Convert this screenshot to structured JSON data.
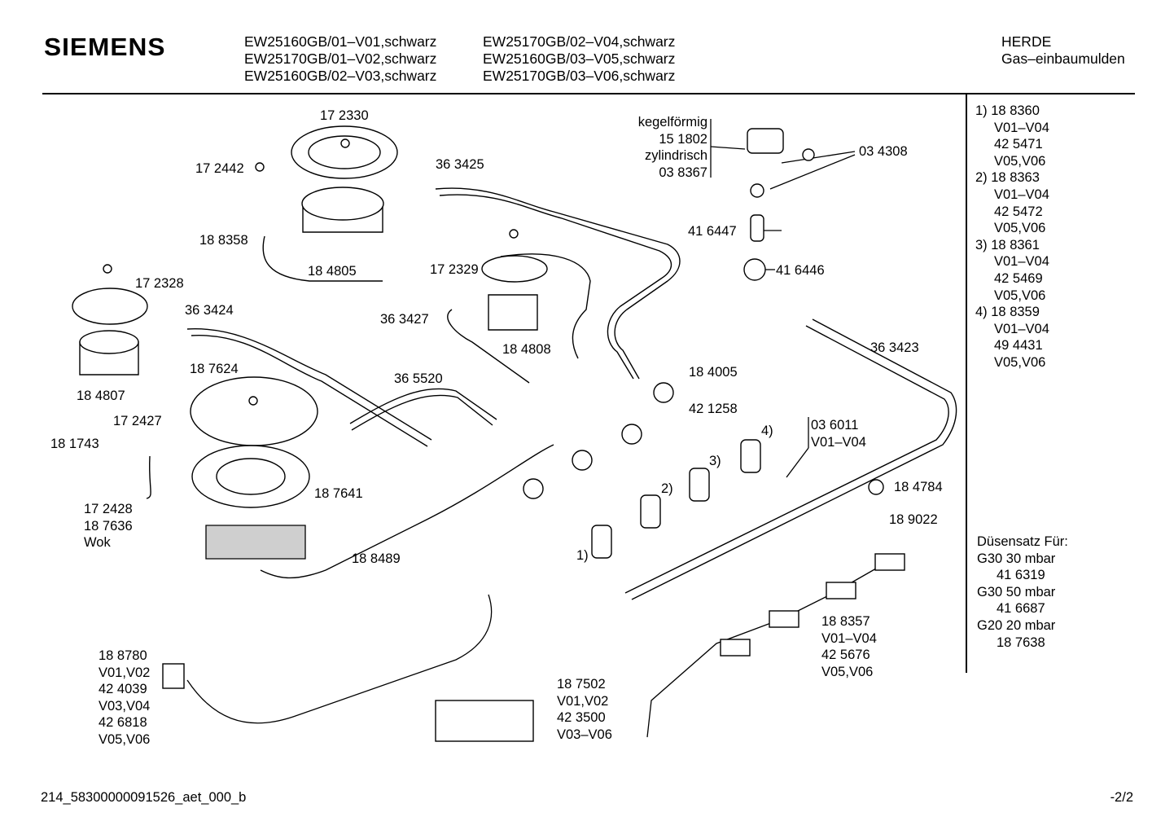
{
  "header": {
    "brand": "SIEMENS",
    "models_col1": [
      "EW25160GB/01–V01,schwarz",
      "EW25170GB/01–V02,schwarz",
      "EW25160GB/02–V03,schwarz"
    ],
    "models_col2": [
      "EW25170GB/02–V04,schwarz",
      "EW25160GB/03–V05,schwarz",
      "EW25170GB/03–V06,schwarz"
    ],
    "category": "HERDE",
    "subcategory": "Gas–einbaumulden"
  },
  "right_panel": {
    "variants": [
      "1) 18 8360",
      "V01–V04",
      "42 5471",
      "V05,V06",
      "2) 18 8363",
      "V01–V04",
      "42 5472",
      "V05,V06",
      "3) 18 8361",
      "V01–V04",
      "42 5469",
      "V05,V06",
      "4) 18 8359",
      "V01–V04",
      "49 4431",
      "V05,V06"
    ],
    "nozzle_set": [
      "Düsensatz Für:",
      "G30  30 mbar",
      "41 6319",
      "G30 50  mbar",
      "41 6687",
      "G20  20 mbar",
      "18 7638"
    ]
  },
  "labels": {
    "l172330": "17 2330",
    "l172442": "17 2442",
    "l363425": "36 3425",
    "l188358": "18 8358",
    "l184805": "18 4805",
    "l172328": "17 2328",
    "l363424": "36 3424",
    "l172329": "17 2329",
    "l363427": "36 3427",
    "l184808": "18 4808",
    "l184807": "18 4807",
    "l187624": "18 7624",
    "l365520": "36 5520",
    "l172427": "17 2427",
    "l181743": "18 1743",
    "l187641": "18 7641",
    "l188489": "18 8489",
    "l184005": "18 4005",
    "l421258": "42 1258",
    "l363423": "36 3423",
    "l416447": "41 6447",
    "l416446": "41 6446",
    "l034308": "03 4308",
    "l184784": "18 4784",
    "l189022": "18 9022",
    "n1": "1)",
    "n2": "2)",
    "n3": "3)",
    "n4": "4)",
    "kegel": [
      "kegelförmig",
      "15 1802",
      "zylindrisch",
      "03 8367"
    ],
    "wok": [
      "17 2428",
      "18 7636",
      "Wok"
    ],
    "v036011": [
      "03 6011",
      "V01–V04"
    ],
    "w188780": [
      "18 8780",
      "V01,V02",
      "42 4039",
      "V03,V04",
      "42 6818",
      "V05,V06"
    ],
    "w187502": [
      "18 7502",
      "V01,V02",
      "42 3500",
      "V03–V06"
    ],
    "w188357": [
      "18 8357",
      "V01–V04",
      "42 5676",
      "V05,V06"
    ]
  },
  "footer": {
    "doc_id": "214_58300000091526_aet_000_b",
    "page": "-2/2"
  }
}
